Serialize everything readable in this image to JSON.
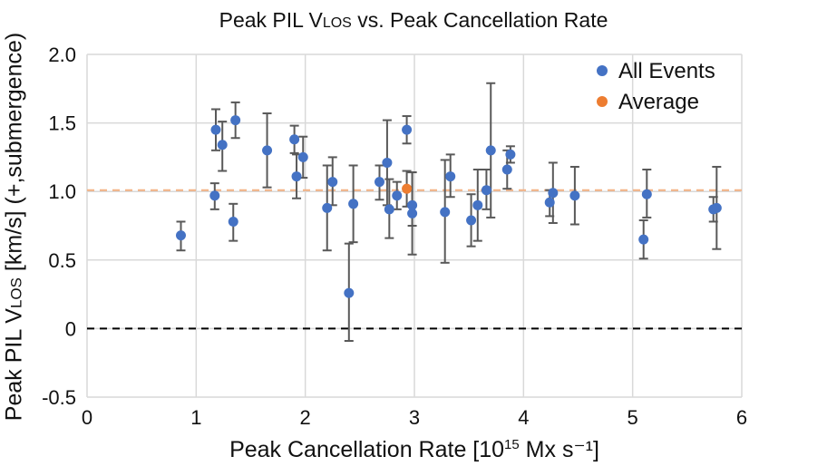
{
  "chart_data": {
    "type": "scatter",
    "title": {
      "main": "Peak PIL V",
      "sub": "LOS",
      "rest": " vs. Peak Cancellation Rate"
    },
    "xlabel": {
      "pre": "Peak Cancellation Rate [10",
      "sup": "15",
      "post": " Mx s⁻¹]"
    },
    "ylabel": {
      "pre": "Peak PIL V",
      "sub": "LOS",
      "post": " [km/s] (+,submergence)"
    },
    "xlim": [
      0,
      6
    ],
    "ylim": [
      -0.5,
      2.0
    ],
    "x_ticks": [
      "0",
      "1",
      "2",
      "3",
      "4",
      "5",
      "6"
    ],
    "y_ticks": [
      "-0.5",
      "0",
      "0.5",
      "1.0",
      "1.5",
      "2.0"
    ],
    "grid": true,
    "legend_position": "top-right",
    "colors": {
      "all_events": "#4472c4",
      "average": "#ed7d31",
      "error_bar": "#595959",
      "grid": "#d9d9d9",
      "zero_line": "#000000",
      "average_line": "#f4b183"
    },
    "series": [
      {
        "name": "All Events",
        "color": "#4472c4",
        "points": [
          {
            "x": 0.86,
            "y": 0.68,
            "err_low": 0.11,
            "err_high": 0.1
          },
          {
            "x": 1.17,
            "y": 0.97,
            "err_low": 0.1,
            "err_high": 0.09
          },
          {
            "x": 1.18,
            "y": 1.45,
            "err_low": 0.15,
            "err_high": 0.15
          },
          {
            "x": 1.24,
            "y": 1.34,
            "err_low": 0.19,
            "err_high": 0.17
          },
          {
            "x": 1.34,
            "y": 0.78,
            "err_low": 0.14,
            "err_high": 0.13
          },
          {
            "x": 1.36,
            "y": 1.52,
            "err_low": 0.13,
            "err_high": 0.13
          },
          {
            "x": 1.65,
            "y": 1.3,
            "err_low": 0.27,
            "err_high": 0.27
          },
          {
            "x": 1.9,
            "y": 1.38,
            "err_low": 0.1,
            "err_high": 0.1
          },
          {
            "x": 1.92,
            "y": 1.11,
            "err_low": 0.16,
            "err_high": 0.16
          },
          {
            "x": 1.98,
            "y": 1.25,
            "err_low": 0.15,
            "err_high": 0.15
          },
          {
            "x": 2.2,
            "y": 0.88,
            "err_low": 0.31,
            "err_high": 0.31
          },
          {
            "x": 2.25,
            "y": 1.07,
            "err_low": 0.17,
            "err_high": 0.18
          },
          {
            "x": 2.4,
            "y": 0.26,
            "err_low": 0.35,
            "err_high": 0.36
          },
          {
            "x": 2.44,
            "y": 0.91,
            "err_low": 0.28,
            "err_high": 0.28
          },
          {
            "x": 2.68,
            "y": 1.07,
            "err_low": 0.13,
            "err_high": 0.12
          },
          {
            "x": 2.75,
            "y": 1.21,
            "err_low": 0.31,
            "err_high": 0.31
          },
          {
            "x": 2.77,
            "y": 0.87,
            "err_low": 0.21,
            "err_high": 0.22
          },
          {
            "x": 2.84,
            "y": 0.97,
            "err_low": 0.1,
            "err_high": 0.1
          },
          {
            "x": 2.93,
            "y": 1.45,
            "err_low": 0.1,
            "err_high": 0.1
          },
          {
            "x": 2.98,
            "y": 0.9,
            "err_low": 0.15,
            "err_high": 0.24
          },
          {
            "x": 2.98,
            "y": 0.84,
            "err_low": 0.3,
            "err_high": 0.3
          },
          {
            "x": 3.28,
            "y": 0.85,
            "err_low": 0.37,
            "err_high": 0.38
          },
          {
            "x": 3.33,
            "y": 1.11,
            "err_low": 0.15,
            "err_high": 0.16
          },
          {
            "x": 3.52,
            "y": 0.79,
            "err_low": 0.19,
            "err_high": 0.19
          },
          {
            "x": 3.58,
            "y": 0.9,
            "err_low": 0.26,
            "err_high": 0.26
          },
          {
            "x": 3.66,
            "y": 1.01,
            "err_low": 0.14,
            "err_high": 0.15
          },
          {
            "x": 3.7,
            "y": 1.3,
            "err_low": 0.49,
            "err_high": 0.49
          },
          {
            "x": 3.85,
            "y": 1.16,
            "err_low": 0.14,
            "err_high": 0.14
          },
          {
            "x": 3.88,
            "y": 1.27,
            "err_low": 0.06,
            "err_high": 0.06
          },
          {
            "x": 4.24,
            "y": 0.92,
            "err_low": 0.1,
            "err_high": 0.09
          },
          {
            "x": 4.27,
            "y": 0.99,
            "err_low": 0.22,
            "err_high": 0.22
          },
          {
            "x": 4.47,
            "y": 0.97,
            "err_low": 0.21,
            "err_high": 0.21
          },
          {
            "x": 5.1,
            "y": 0.65,
            "err_low": 0.14,
            "err_high": 0.14
          },
          {
            "x": 5.13,
            "y": 0.98,
            "err_low": 0.17,
            "err_high": 0.18
          },
          {
            "x": 5.74,
            "y": 0.87,
            "err_low": 0.09,
            "err_high": 0.09
          },
          {
            "x": 5.77,
            "y": 0.88,
            "err_low": 0.3,
            "err_high": 0.3
          }
        ]
      },
      {
        "name": "Average",
        "color": "#ed7d31",
        "points": [
          {
            "x": 2.93,
            "y": 1.02,
            "err_low": 0.13,
            "err_high": 0.13
          }
        ]
      }
    ],
    "reference_lines": [
      {
        "y": 0,
        "style": "dashed",
        "color": "#000000"
      },
      {
        "y": 1.01,
        "style": "dashed",
        "color": "#f4b183"
      }
    ]
  }
}
